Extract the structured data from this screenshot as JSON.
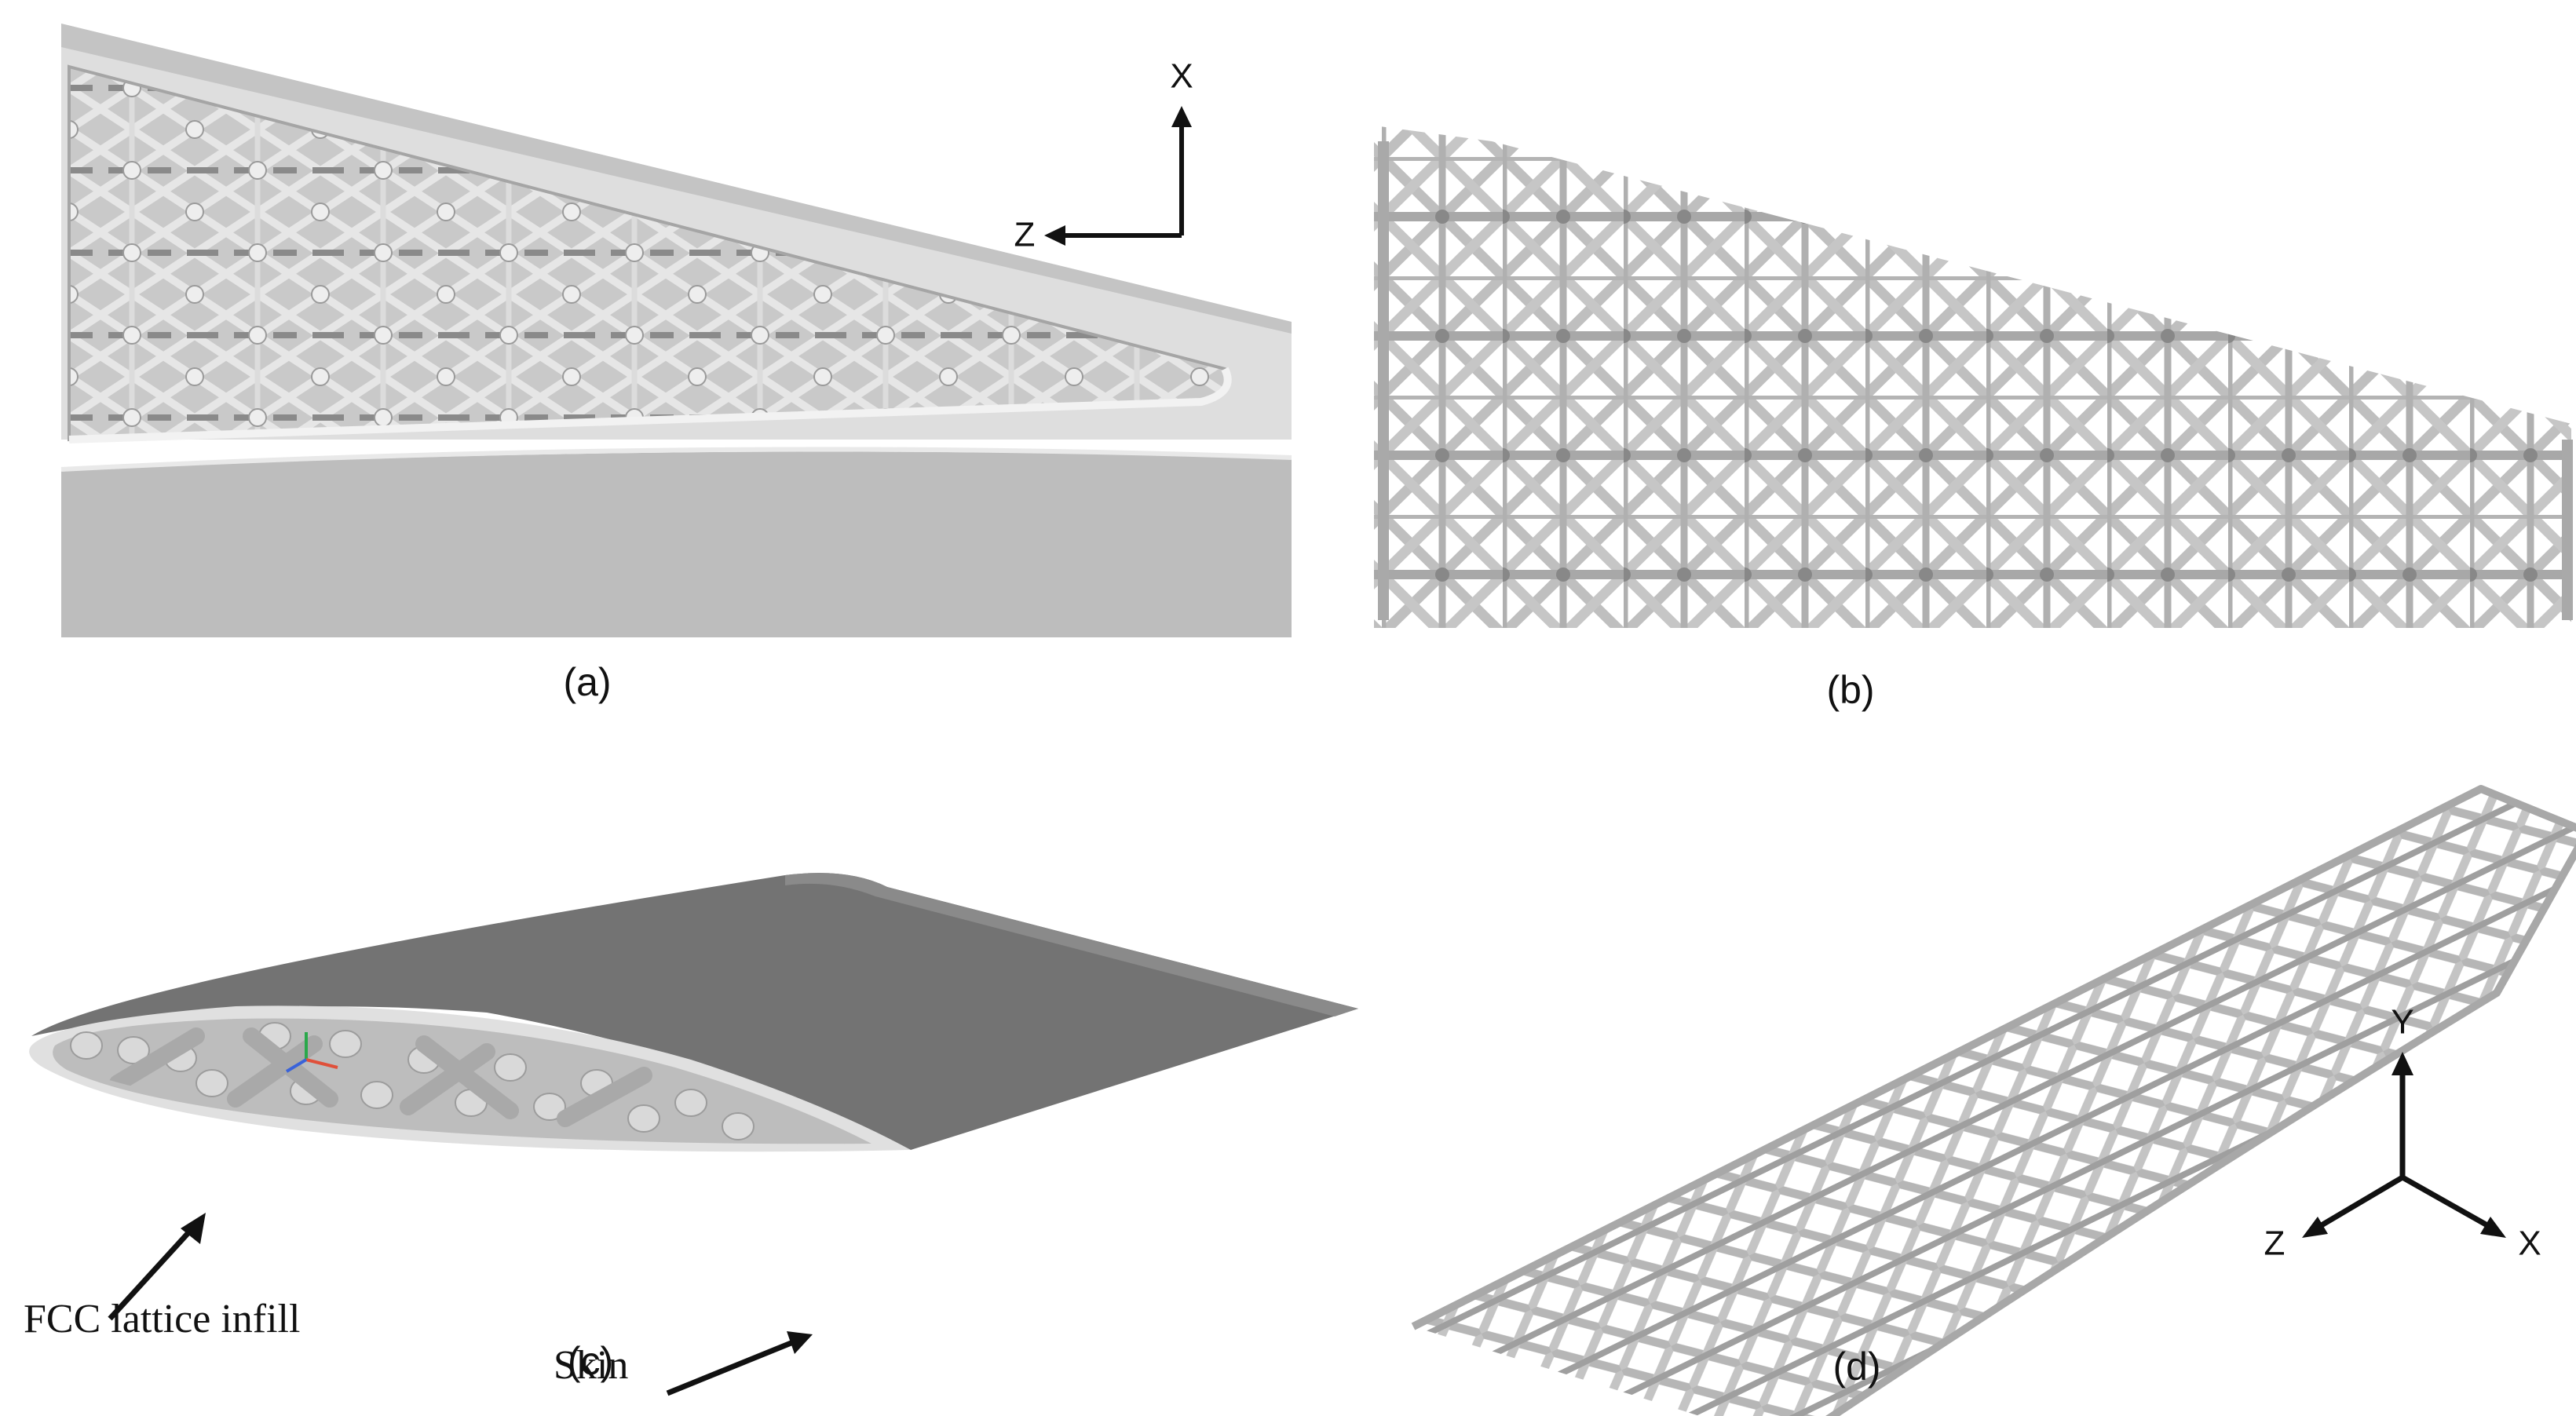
{
  "panels": {
    "a": {
      "caption": "(a)",
      "axes": {
        "up": "X",
        "left": "Z"
      }
    },
    "b": {
      "caption": "(b)"
    },
    "c": {
      "caption": "(c)",
      "annotations": {
        "infill": "FCC lattice infill",
        "skin": "Skin"
      }
    },
    "d": {
      "caption": "(d)",
      "axes": {
        "up": "Y",
        "left": "Z",
        "right": "X"
      }
    }
  },
  "colors": {
    "strut": "#b9b9b9",
    "strut_dark": "#8e8e8e",
    "skin_light": "#d7d7d7",
    "skin_dark": "#6f6f6f",
    "background": "#ffffff"
  }
}
